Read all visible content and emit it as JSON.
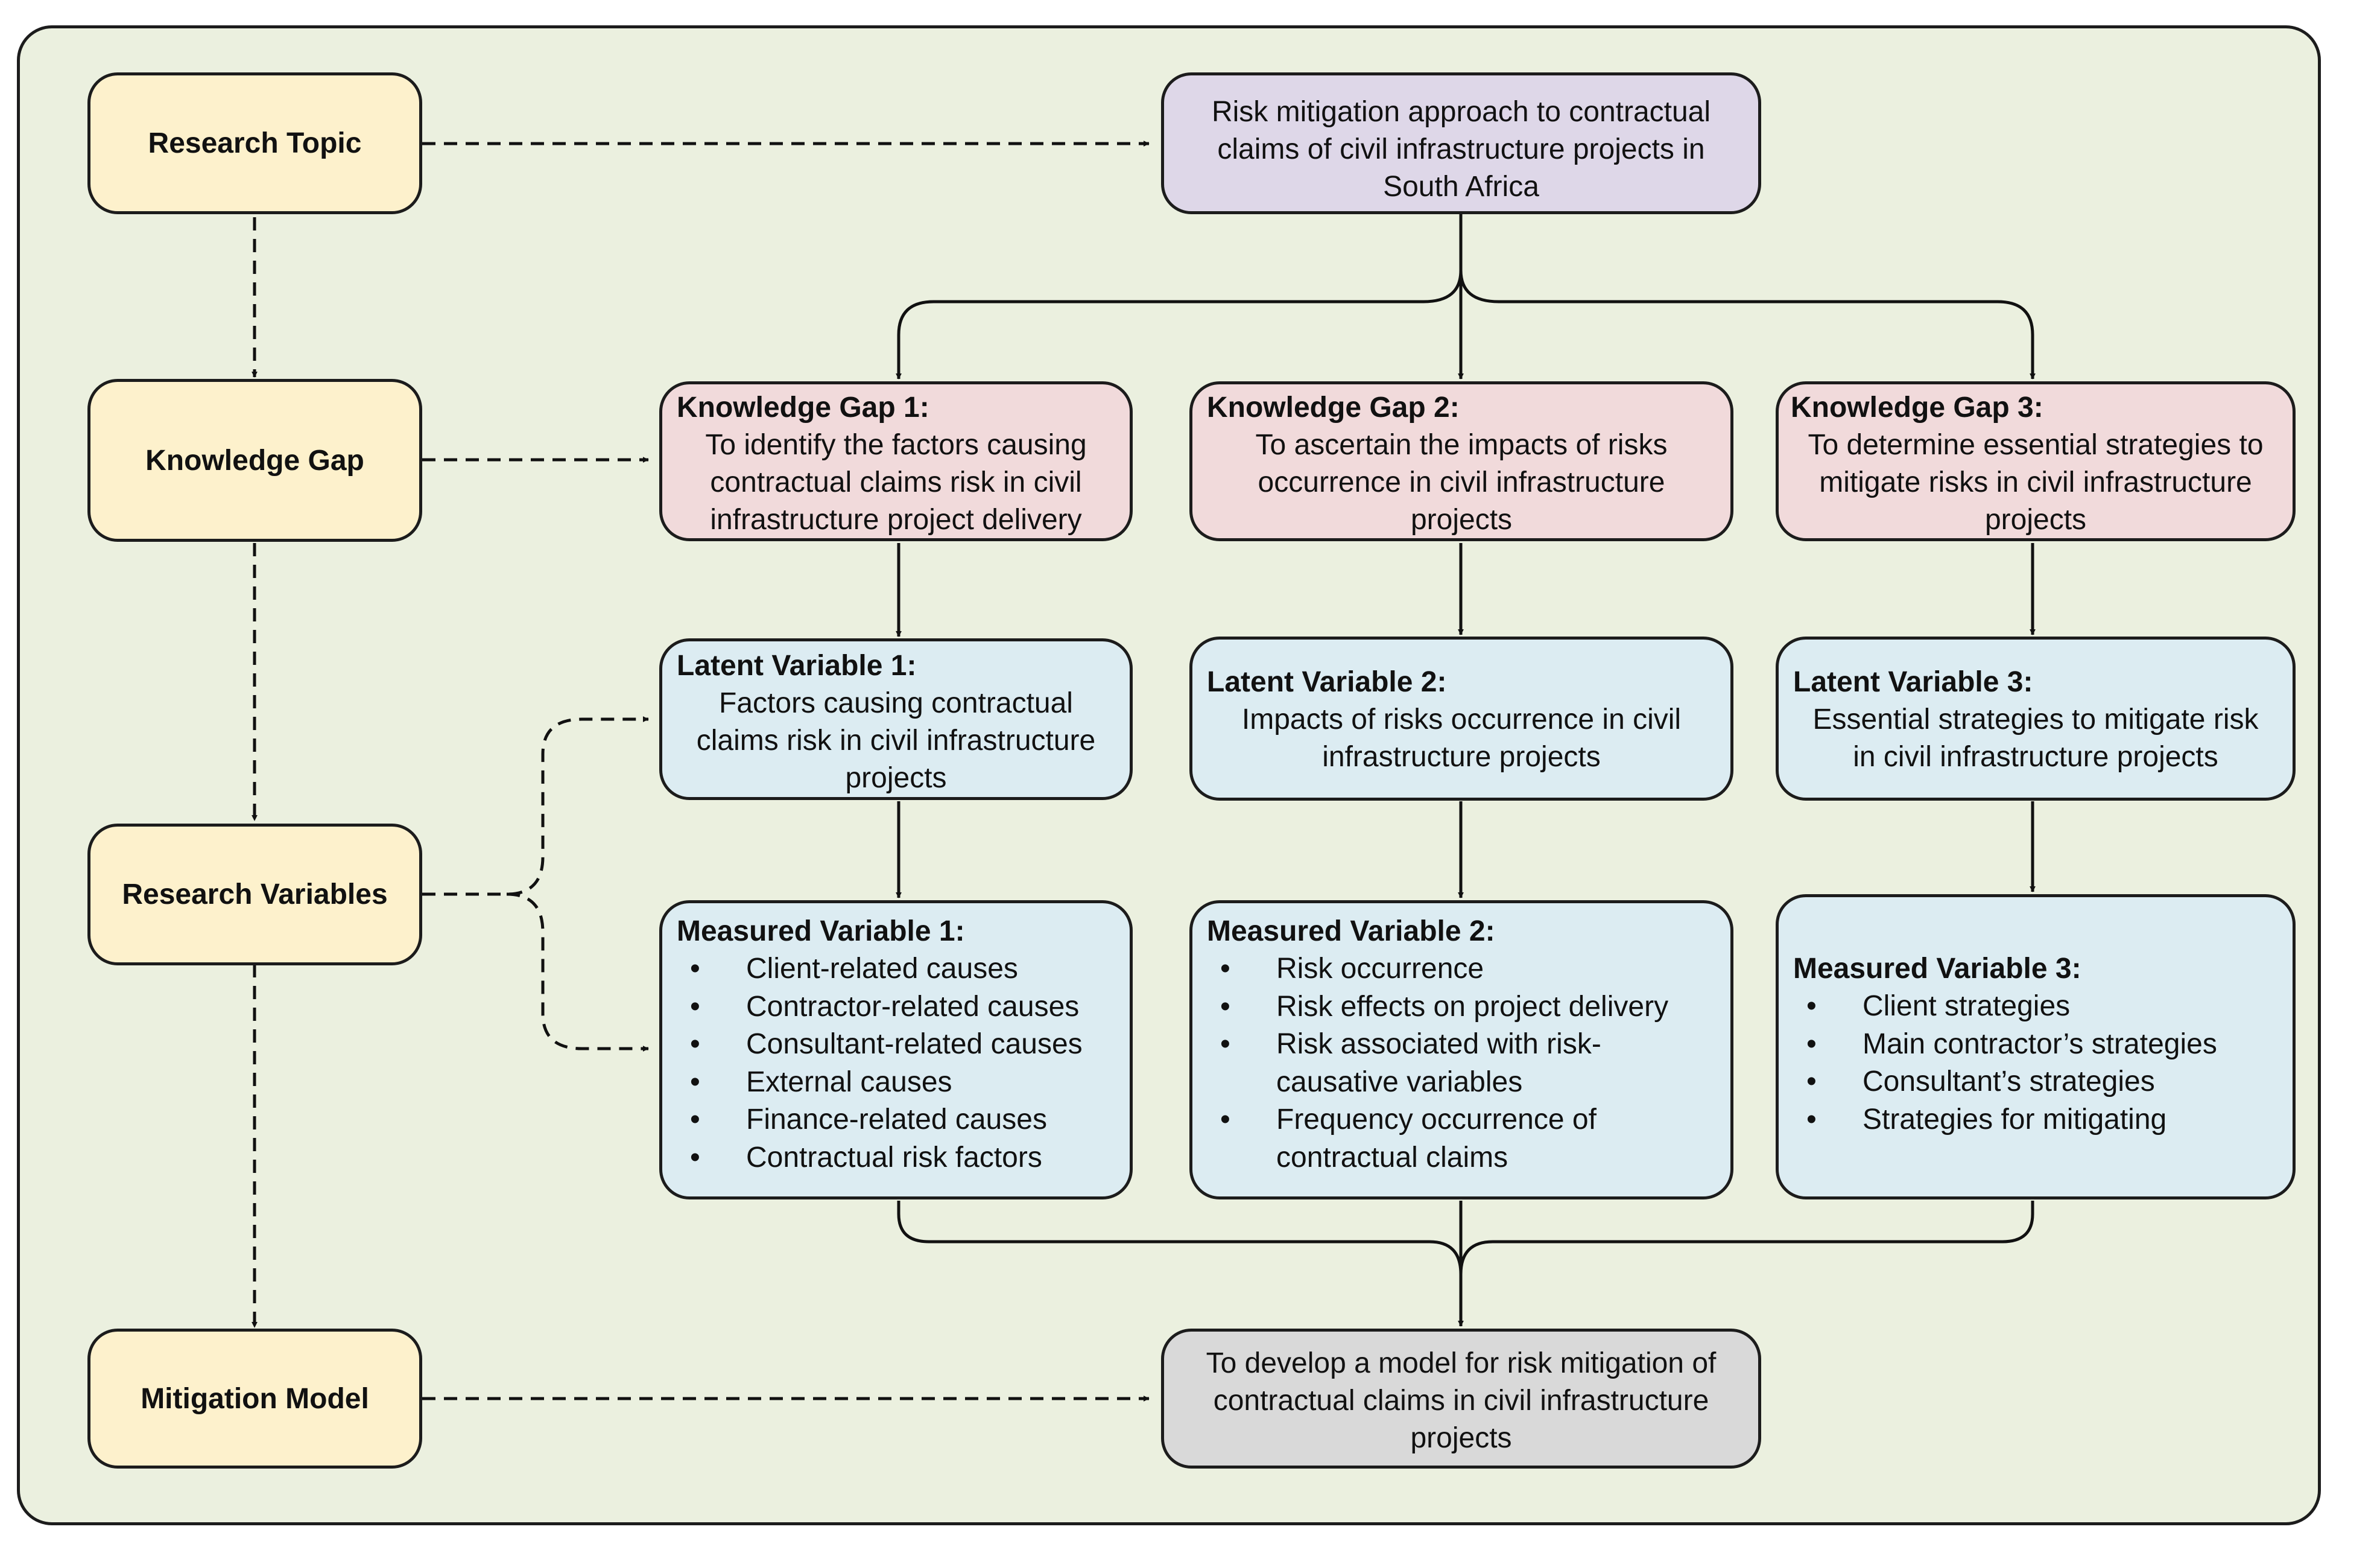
{
  "side_labels": {
    "research_topic": "Research Topic",
    "knowledge_gap": "Knowledge Gap",
    "research_variables": "Research Variables",
    "mitigation_model": "Mitigation Model"
  },
  "topic": "Risk mitigation approach to contractual claims of civil infrastructure projects in South Africa",
  "gaps": [
    {
      "title": "Knowledge Gap 1:",
      "body": "To identify the factors causing contractual claims risk in civil infrastructure project delivery"
    },
    {
      "title": "Knowledge Gap 2:",
      "body": "To ascertain the impacts of risks occurrence in civil infrastructure projects"
    },
    {
      "title": "Knowledge Gap 3:",
      "body": "To determine essential strategies to mitigate risks in civil infrastructure projects"
    }
  ],
  "latent": [
    {
      "title": "Latent Variable 1:",
      "body": "Factors causing contractual claims risk in civil infrastructure projects"
    },
    {
      "title": "Latent Variable 2:",
      "body": "Impacts of risks occurrence in civil infrastructure projects"
    },
    {
      "title": "Latent Variable 3:",
      "body": "Essential strategies to mitigate risk in civil infrastructure projects"
    }
  ],
  "measured": [
    {
      "title": "Measured Variable 1:",
      "items": [
        "Client-related causes",
        "Contractor-related causes",
        "Consultant-related causes",
        "External causes",
        "Finance-related causes",
        "Contractual risk factors"
      ]
    },
    {
      "title": "Measured Variable 2:",
      "items": [
        "Risk occurrence",
        "Risk effects on project delivery",
        "Risk associated with risk-causative variables",
        "Frequency occurrence of contractual claims"
      ]
    },
    {
      "title": "Measured Variable 3:",
      "items": [
        "Client strategies",
        "Main contractor’s strategies",
        "Consultant’s strategies",
        "Strategies for mitigating"
      ]
    }
  ],
  "final": "To develop a model for risk mitigation of contractual claims in civil infrastructure projects",
  "colors": {
    "side": "#fdf1cc",
    "topic": "#ded7e8",
    "gap": "#f1dadb",
    "variable": "#dcecf2",
    "final": "#d9d9d9",
    "background": "#ebf0df"
  }
}
